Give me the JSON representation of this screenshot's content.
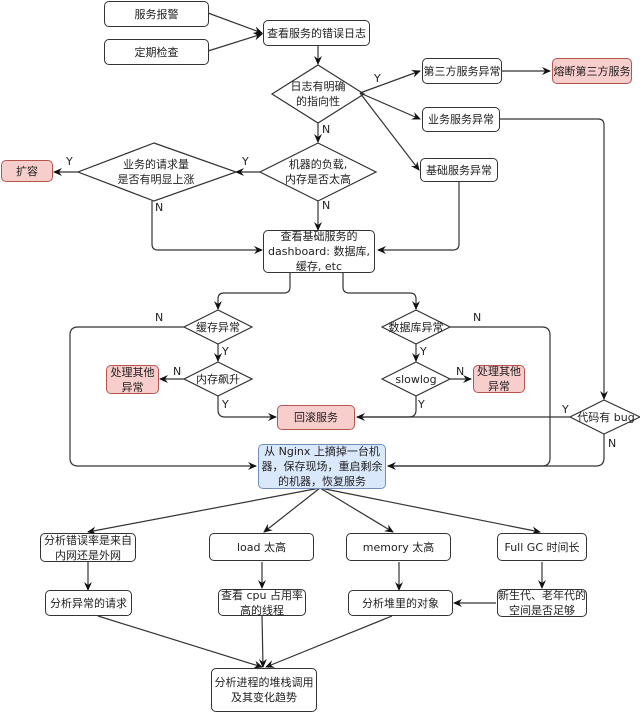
{
  "diagram": {
    "colors": {
      "stroke": "#333333",
      "alert_fill": "#f8cecc",
      "alert_border": "#b85450",
      "recover_fill": "#dae8fc",
      "recover_border": "#6c8ebf"
    },
    "nodes": {
      "service_alarm": "服务报警",
      "periodic_check": "定期检查",
      "view_error_log": "查看服务的错误日志",
      "log_clear": "日志有明确\n的指向性",
      "third_party_error": "第三方服务异常",
      "circuit_break": "熔断第三方服务",
      "business_error": "业务服务异常",
      "base_error": "基础服务异常",
      "machine_load": "机器的负载,\n内存是否太高",
      "request_spike": "业务的请求量\n是否有明显上涨",
      "scale_out": "扩容",
      "dashboard": "查看基础服务的\ndashboard: 数据库,\n缓存, etc",
      "cache_error": "缓存异常",
      "memory_spike": "内存飙升",
      "handle_other_left": "处理其他\n异常",
      "db_error": "数据库异常",
      "slowlog": "slowlog",
      "handle_other_right": "处理其他\n异常",
      "rollback": "回滚服务",
      "code_bug": "代码有 bug",
      "remove_nginx": "从 Nginx 上摘掉一台机\n器，保存现场，重启剩余\n的机器，恢复服务",
      "analyze_error_rate": "分析错误率是来自\n内网还是外网",
      "load_high": "load 太高",
      "memory_high": "memory 太高",
      "full_gc": "Full GC 时间长",
      "analyze_requests": "分析异常的请求",
      "check_cpu": "查看 cpu 占用率\n高的线程",
      "analyze_heap": "分析堆里的对象",
      "gen_space": "新生代、老年代的\n空间是否足够",
      "analyze_stack": "分析进程的堆栈调用\n及其变化趋势"
    },
    "edge_labels": {
      "log_yes": "Y",
      "log_no": "N",
      "load_yes": "Y",
      "load_no": "N",
      "req_yes": "Y",
      "req_no": "N",
      "cache_no": "N",
      "cache_yes": "Y",
      "mem_no": "N",
      "mem_yes": "Y",
      "db_no": "N",
      "db_yes": "Y",
      "slow_no": "N",
      "slow_yes": "Y",
      "bug_yes": "Y",
      "bug_no": "N"
    }
  }
}
